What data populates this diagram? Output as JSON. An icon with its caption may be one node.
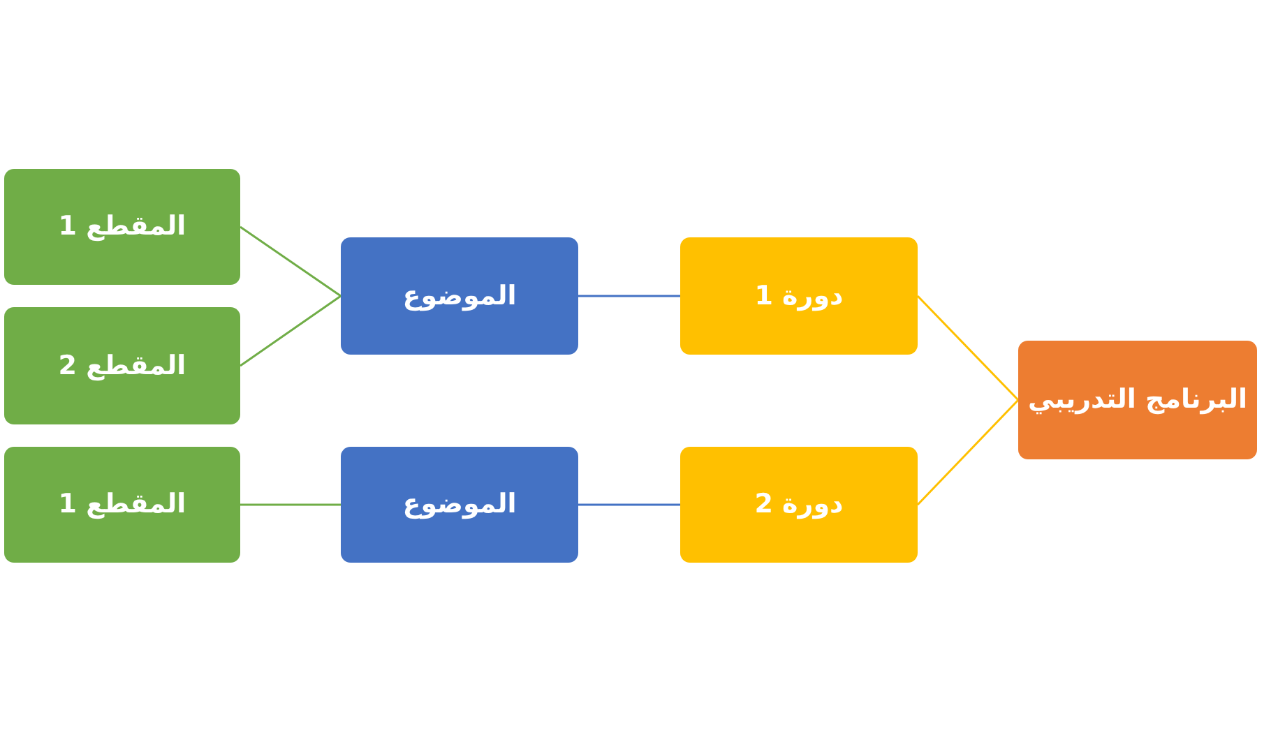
{
  "diagram": {
    "nodes": [
      {
        "text": [
          "البرنامج التدريبي"
        ]
      },
      {
        "text": [
          "دورة 1"
        ]
      },
      {
        "text": [
          "دورة 2"
        ]
      },
      {
        "text": [
          "الموضوع"
        ]
      },
      {
        "text": [
          "الموضوع"
        ]
      },
      {
        "text": [
          "المقطع 1"
        ]
      },
      {
        "text": [
          "المقطع 2"
        ]
      },
      {
        "text": [
          "المقطع 1"
        ]
      }
    ],
    "edges": [
      {
        "from": 0,
        "to": 1,
        "arrow": "none",
        "color": "#ffc000"
      },
      {
        "from": 0,
        "to": 2,
        "arrow": "none",
        "color": "#ffc000"
      },
      {
        "from": 1,
        "to": 3,
        "arrow": "none",
        "color": "#4472c4"
      },
      {
        "from": 2,
        "to": 4,
        "arrow": "none",
        "color": "#4472c4"
      },
      {
        "from": 3,
        "to": 5,
        "arrow": "none"
      },
      {
        "from": 3,
        "to": 6,
        "arrow": "none"
      },
      {
        "from": 4,
        "to": 7,
        "arrow": "none"
      }
    ]
  }
}
